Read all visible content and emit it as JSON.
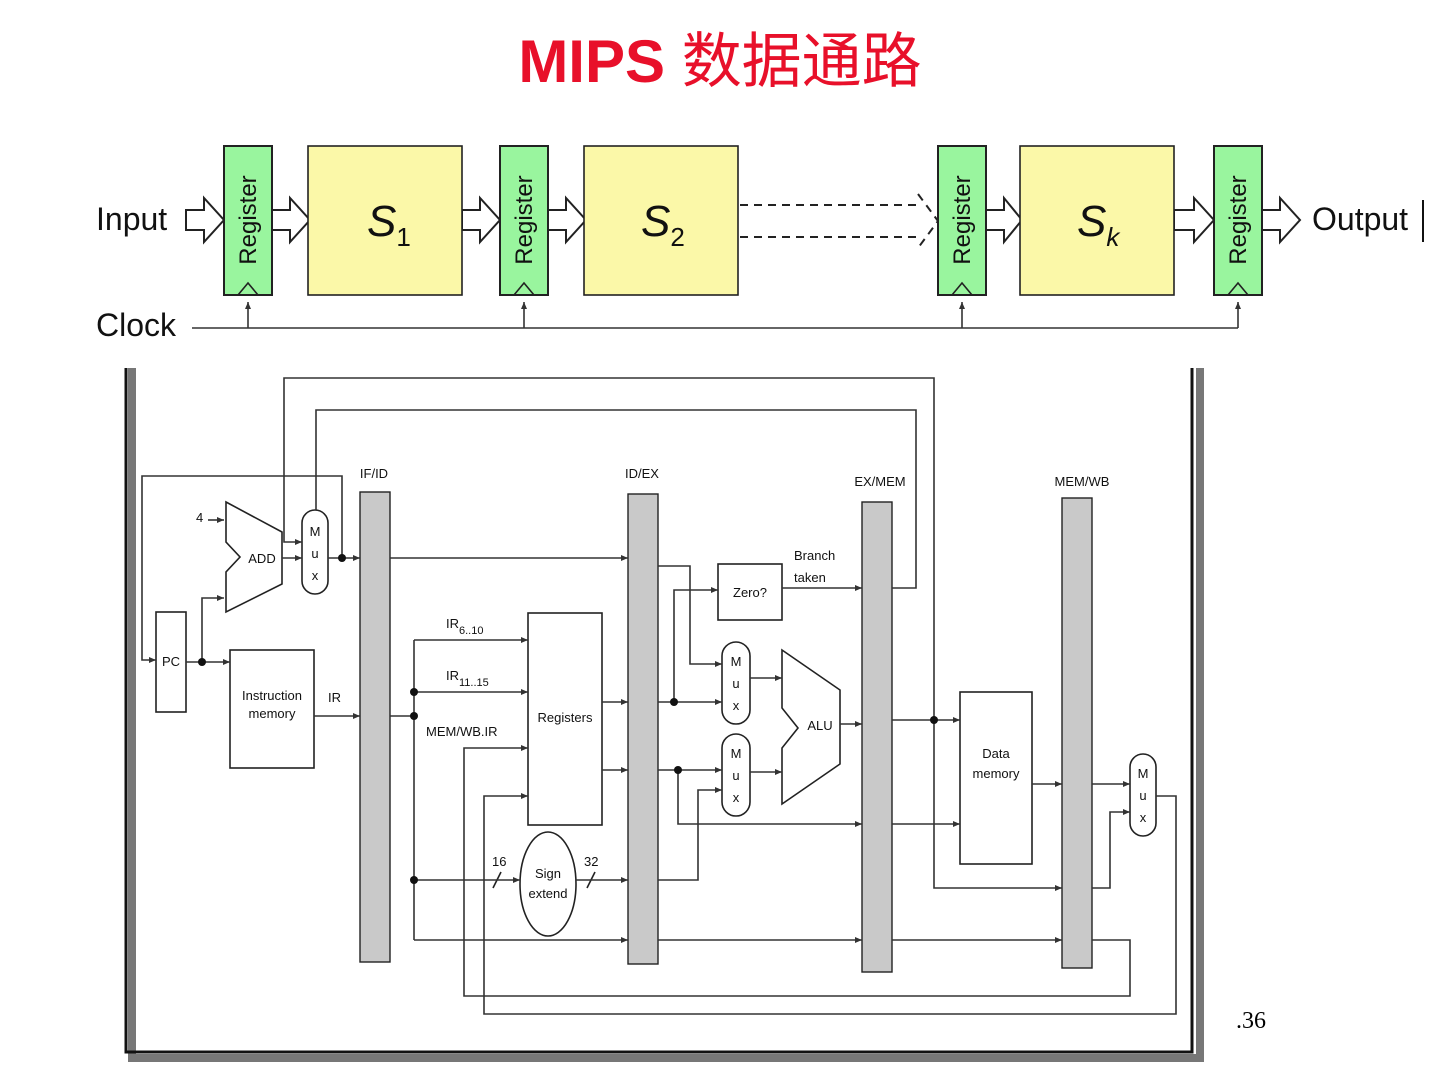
{
  "slide": {
    "title_latin": "MIPS",
    "title_cjk": "数据通路",
    "page_number": ".36"
  },
  "pipeline": {
    "input_label": "Input",
    "output_label": "Output",
    "clock_label": "Clock",
    "register_label": "Register",
    "stages": [
      {
        "letter": "S",
        "subscript": "1"
      },
      {
        "letter": "S",
        "subscript": "2"
      },
      {
        "letter": "S",
        "subscript": "k"
      }
    ],
    "colors": {
      "register_fill": "#99f59e",
      "stage_fill": "#fbf8a8",
      "title": "#e8102a"
    }
  },
  "datapath": {
    "pipeline_registers": [
      "IF/ID",
      "ID/EX",
      "EX/MEM",
      "MEM/WB"
    ],
    "blocks": {
      "pc": "PC",
      "adder": "ADD",
      "constant_four": "4",
      "instruction_memory": [
        "Instruction",
        "memory"
      ],
      "registers": "Registers",
      "zero_test": "Zero?",
      "alu": "ALU",
      "data_memory": [
        "Data",
        "memory"
      ],
      "sign_extend": [
        "Sign",
        "extend"
      ],
      "mux_letters": [
        "M",
        "u",
        "x"
      ]
    },
    "signals": {
      "ir": "IR",
      "ir_field_1": {
        "base": "IR",
        "sub": "6..10"
      },
      "ir_field_2": {
        "base": "IR",
        "sub": "11..15"
      },
      "mem_wb_ir": "MEM/WB.IR",
      "branch_taken": [
        "Branch",
        "taken"
      ],
      "width_in": "16",
      "width_out": "32"
    }
  }
}
